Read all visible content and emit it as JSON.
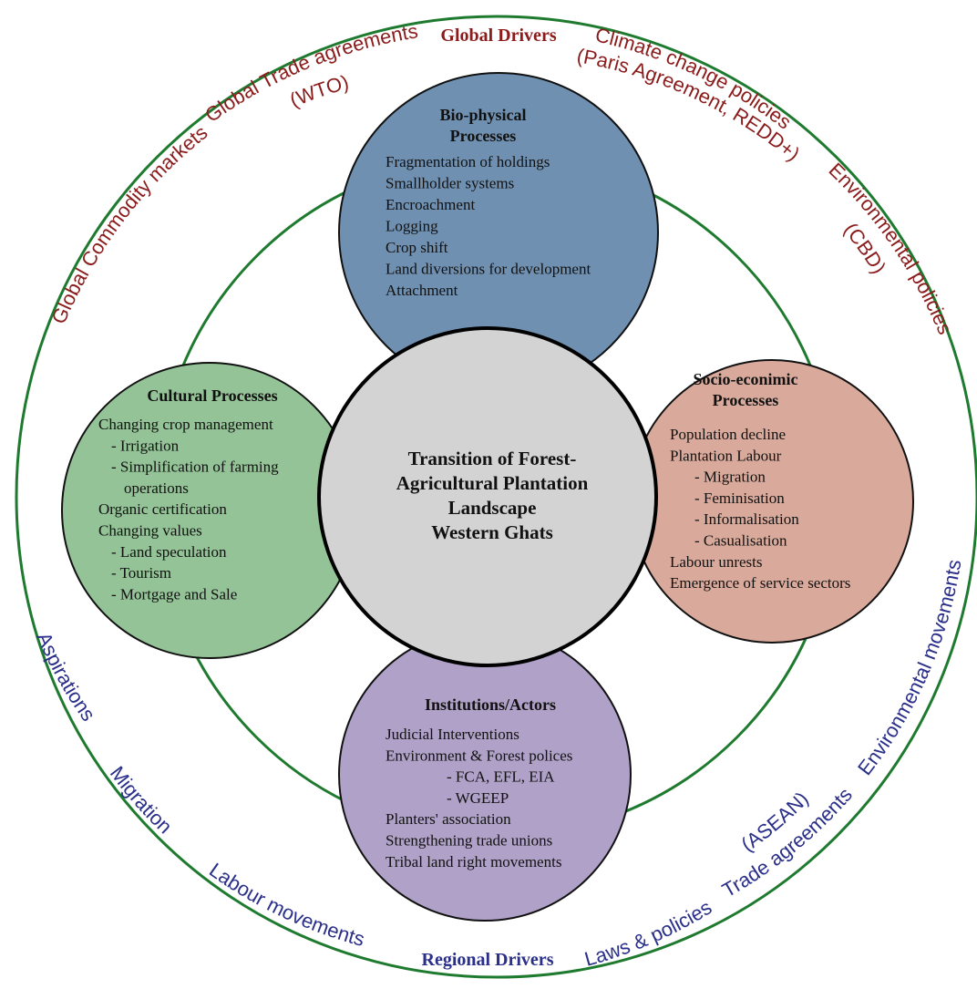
{
  "colors": {
    "ring": "#1e7a2e",
    "global_text": "#8b1c1c",
    "regional_text": "#2a2f8a",
    "biophysical_fill": "#6f90b0",
    "cultural_fill": "#93c396",
    "socio_fill": "#d9aa9b",
    "institutions_fill": "#b0a1c8",
    "center_fill": "#d3d3d3"
  },
  "drivers": {
    "global_heading": "Global Drivers",
    "regional_heading": "Regional Drivers",
    "global_items": [
      "Global Commodity markets",
      "Global Trade agreements",
      "(WTO)",
      "Climate change policies",
      "(Paris Agreement, REDD+)",
      "Environmental policies",
      "(CBD)"
    ],
    "regional_items": [
      "Aspirations",
      "Migration",
      "Labour movements",
      "Laws & policies",
      "Trade agreements",
      "(ASEAN)",
      "Environmental  movements"
    ]
  },
  "center": {
    "lines": [
      "Transition of Forest-",
      "Agricultural Plantation",
      "Landscape",
      "Western Ghats"
    ]
  },
  "biophysical": {
    "title": [
      "Bio-physical",
      "Processes"
    ],
    "items": [
      "Fragmentation of holdings",
      "Smallholder systems",
      "Encroachment",
      "Logging",
      "Crop shift",
      "Land diversions for development",
      "Attachment"
    ]
  },
  "cultural": {
    "title": [
      "Cultural Processes"
    ],
    "items": [
      "Changing crop management",
      "- Irrigation",
      "- Simplification of farming",
      "operations",
      "Organic certification",
      "Changing values",
      "- Land speculation",
      "- Tourism",
      "- Mortgage and Sale"
    ]
  },
  "socio": {
    "title": [
      "Socio-econimic",
      "Processes"
    ],
    "items": [
      "Population decline",
      "Plantation Labour",
      "- Migration",
      "- Feminisation",
      "- Informalisation",
      "- Casualisation",
      "Labour unrests",
      "Emergence of service sectors"
    ]
  },
  "institutions": {
    "title": [
      "Institutions/Actors"
    ],
    "items": [
      "Judicial Interventions",
      "Environment & Forest polices",
      "- FCA, EFL, EIA",
      "- WGEEP",
      "Planters' association",
      "Strengthening trade unions",
      "Tribal land right movements"
    ]
  }
}
